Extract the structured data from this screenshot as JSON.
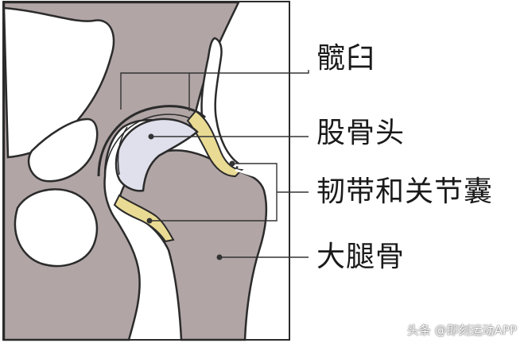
{
  "labels": {
    "acetabulum": "髋臼",
    "femoral_head": "股骨头",
    "ligament_capsule": "韧带和关节囊",
    "femur": "大腿骨"
  },
  "watermark": "头条 @即刻运动APP",
  "colors": {
    "bone": "#b1a5a5",
    "cartilage": "#eadb94",
    "femoral_head": "#dfe0ec",
    "outline": "#2b2b2b",
    "leader": "#333333"
  }
}
